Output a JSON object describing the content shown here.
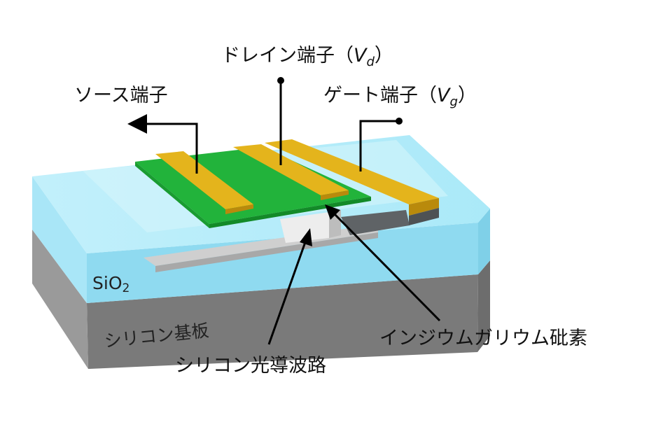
{
  "labels": {
    "drain": {
      "text": "ドレイン端子（",
      "var": "V",
      "sub": "d",
      "close": "）"
    },
    "source": {
      "text": "ソース端子"
    },
    "gate": {
      "text": "ゲート端子（",
      "var": "V",
      "sub": "g",
      "close": "）"
    },
    "oxide": {
      "text": "SiO",
      "sub": "2"
    },
    "substrate": {
      "text": "シリコン基板"
    },
    "waveguide": {
      "text": "シリコン光導波路"
    },
    "ingaas": {
      "text": "インジウムガリウム砒素"
    }
  },
  "colors": {
    "background": "#ffffff",
    "silicon_substrate": "#8a8a8a",
    "sio2": "#9fe3f5",
    "waveguide": "#e6e6e6",
    "ingaas": "#20b13a",
    "electrode": "#e2b21b",
    "line": "#000000"
  }
}
